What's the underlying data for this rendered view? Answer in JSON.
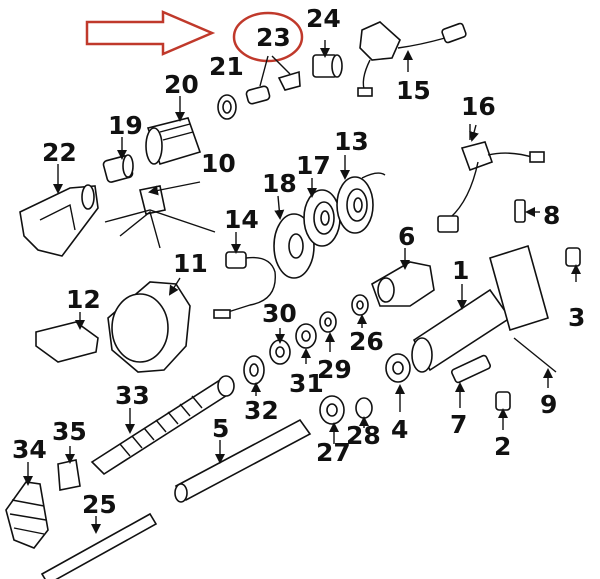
{
  "diagram": {
    "highlight_color": "#c0392b",
    "ink_color": "#111111",
    "highlighted_part": "23",
    "labels": [
      "23",
      "24",
      "21",
      "20",
      "15",
      "16",
      "19",
      "22",
      "10",
      "17",
      "13",
      "18",
      "8",
      "14",
      "6",
      "1",
      "11",
      "12",
      "30",
      "26",
      "3",
      "29",
      "31",
      "32",
      "33",
      "9",
      "7",
      "4",
      "28",
      "35",
      "5",
      "27",
      "2",
      "34",
      "25"
    ]
  }
}
